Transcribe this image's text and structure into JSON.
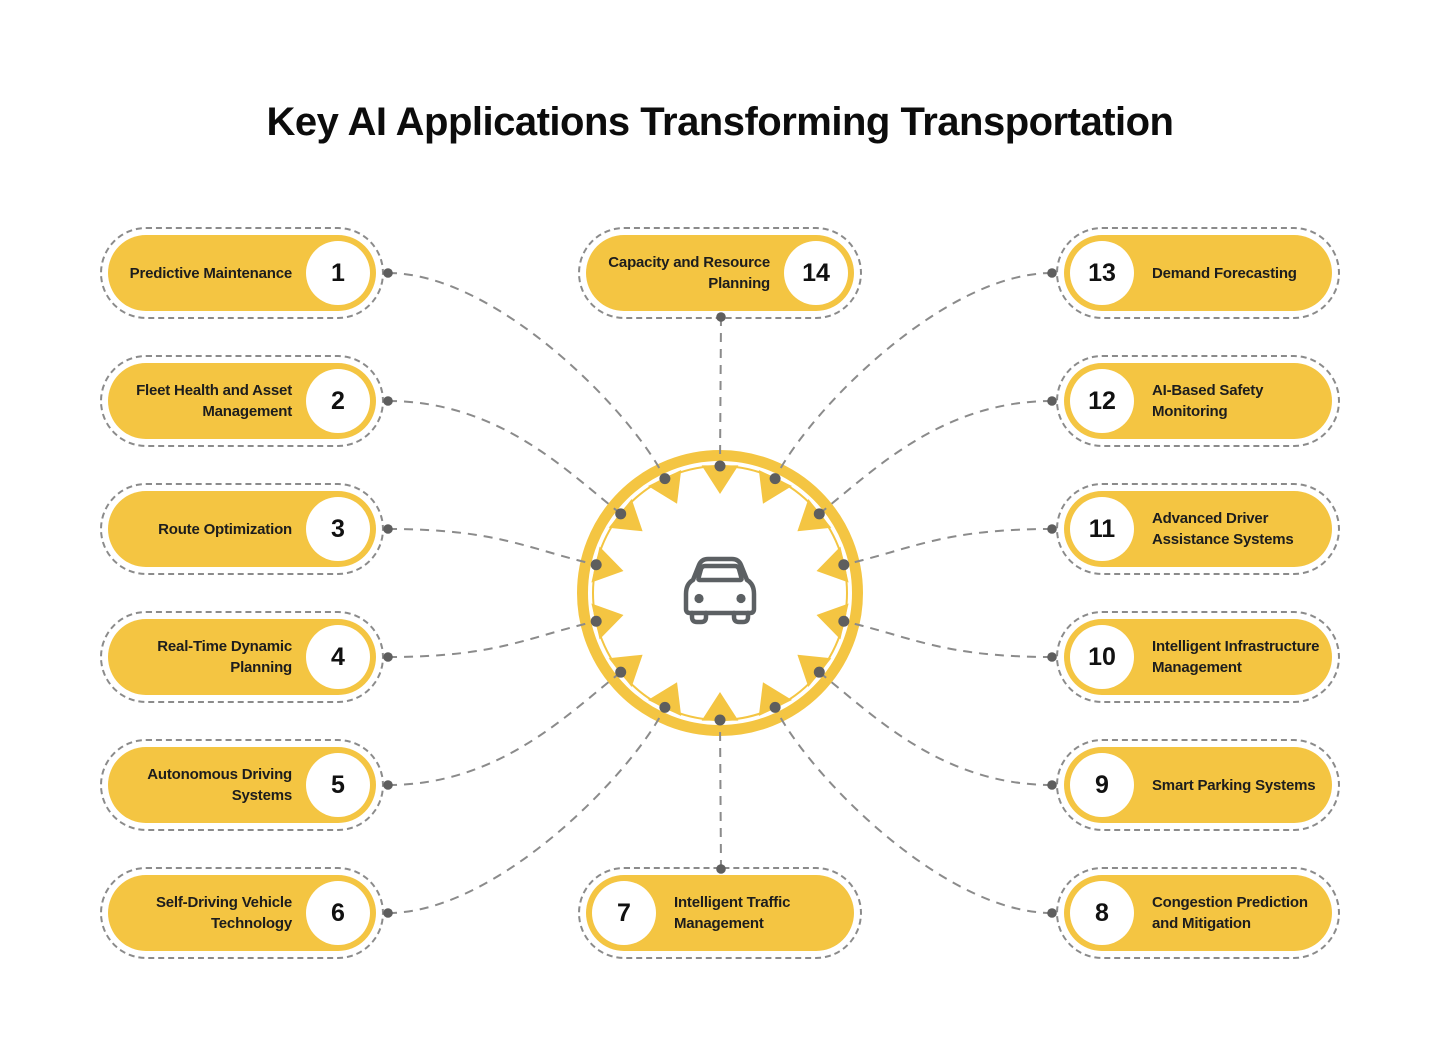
{
  "title": "Key AI Applications Transforming Transportation",
  "hub": {
    "icon": "car-icon"
  },
  "colors": {
    "accent_yellow": "#F4C542",
    "dashed_line_gray": "#8B8B8B",
    "dot_gray": "#5E5E5E",
    "text_dark": "#1D1D1D",
    "background": "#FFFFFF"
  },
  "nodes": [
    {
      "number": "1",
      "label": "Predictive Maintenance",
      "position": "left-1"
    },
    {
      "number": "2",
      "label": "Fleet Health and Asset\nManagement",
      "position": "left-2"
    },
    {
      "number": "3",
      "label": "Route Optimization",
      "position": "left-3"
    },
    {
      "number": "4",
      "label": "Real-Time Dynamic\nPlanning",
      "position": "left-4"
    },
    {
      "number": "5",
      "label": "Autonomous Driving\nSystems",
      "position": "left-5"
    },
    {
      "number": "6",
      "label": "Self-Driving Vehicle\nTechnology",
      "position": "left-6"
    },
    {
      "number": "7",
      "label": "Intelligent Traffic\nManagement",
      "position": "bottom-center"
    },
    {
      "number": "8",
      "label": "Congestion Prediction\nand Mitigation",
      "position": "right-6"
    },
    {
      "number": "9",
      "label": "Smart Parking Systems",
      "position": "right-5"
    },
    {
      "number": "10",
      "label": "Intelligent Infrastructure\nManagement",
      "position": "right-4"
    },
    {
      "number": "11",
      "label": "Advanced Driver\nAssistance Systems",
      "position": "right-3"
    },
    {
      "number": "12",
      "label": "AI-Based Safety\nMonitoring",
      "position": "right-2"
    },
    {
      "number": "13",
      "label": "Demand Forecasting",
      "position": "right-1"
    },
    {
      "number": "14",
      "label": "Capacity and Resource\nPlanning",
      "position": "top-center"
    }
  ]
}
